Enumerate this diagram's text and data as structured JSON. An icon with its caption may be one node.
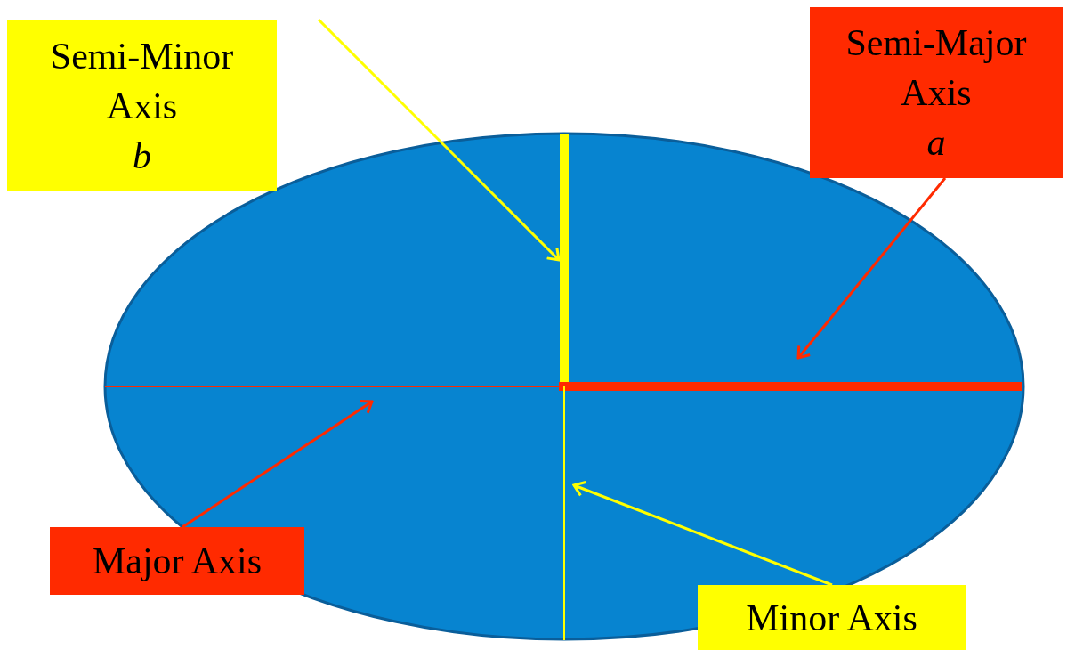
{
  "diagram": {
    "nodes": [
      {
        "text": [
          "Semi-Minor Axis *b*"
        ]
      },
      {
        "text": [
          "Semi-Major Axis *a*"
        ]
      },
      {
        "text": [
          "Major Axis"
        ]
      },
      {
        "text": [
          "Minor Axis"
        ]
      },
      {
        "text": [],
        "shape": "bar"
      },
      {
        "text": [],
        "shape": "bar"
      },
      {
        "text": [],
        "shape": "bar"
      },
      {
        "text": [],
        "shape": "bar"
      }
    ],
    "edges": [
      {
        "from": null,
        "to": 4,
        "arrow": "to",
        "color": "#ffff00"
      },
      {
        "from": 1,
        "to": 5,
        "arrow": "to",
        "color": "#ff2a00"
      },
      {
        "from": 2,
        "to": 6,
        "arrow": "to",
        "color": "#ff2a00"
      },
      {
        "from": 3,
        "to": 7,
        "arrow": "to",
        "color": "#ffff00"
      }
    ]
  }
}
